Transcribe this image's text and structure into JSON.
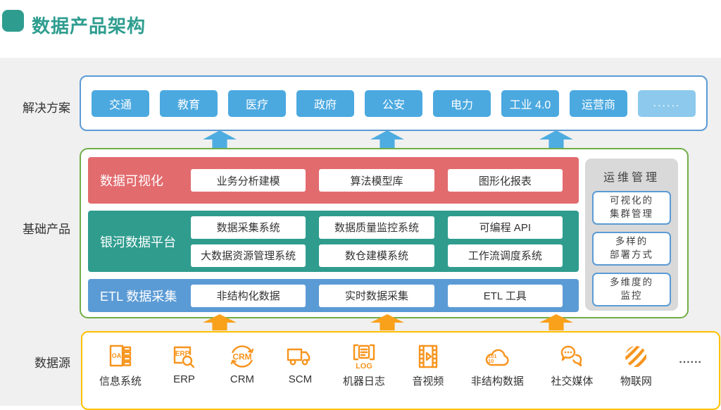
{
  "title": "数据产品架构",
  "side_labels": {
    "solutions": "解决方案",
    "products": "基础产品",
    "sources": "数据源"
  },
  "solutions": {
    "items": [
      "交通",
      "教育",
      "医疗",
      "政府",
      "公安",
      "电力",
      "工业 4.0",
      "运营商",
      "......"
    ]
  },
  "products": {
    "rows": [
      {
        "label": "数据可视化",
        "items": [
          "业务分析建模",
          "算法模型库",
          "图形化报表"
        ]
      },
      {
        "label": "银河数据平台",
        "items": [
          "数据采集系统",
          "数据质量监控系统",
          "可编程 API",
          "大数据资源管理系统",
          "数仓建模系统",
          "工作流调度系统"
        ]
      },
      {
        "label": "ETL 数据采集",
        "items": [
          "非结构化数据",
          "实时数据采集",
          "ETL 工具"
        ]
      }
    ],
    "ops": {
      "title": "运维管理",
      "items": [
        {
          "line1": "可视化的",
          "line2": "集群管理"
        },
        {
          "line1": "多样的",
          "line2": "部署方式"
        },
        {
          "line1": "多维度的",
          "line2": "监控"
        }
      ]
    }
  },
  "sources": {
    "items": [
      {
        "icon": "oa-system-icon",
        "label": "信息系统"
      },
      {
        "icon": "erp-icon",
        "label": "ERP"
      },
      {
        "icon": "crm-icon",
        "label": "CRM"
      },
      {
        "icon": "scm-truck-icon",
        "label": "SCM"
      },
      {
        "icon": "machine-log-icon",
        "label": "机器日志"
      },
      {
        "icon": "audio-video-icon",
        "label": "音视频"
      },
      {
        "icon": "unstructured-data-icon",
        "label": "非结构数据"
      },
      {
        "icon": "social-media-icon",
        "label": "社交媒体"
      },
      {
        "icon": "iot-globe-icon",
        "label": "物联网"
      }
    ],
    "more": "......"
  },
  "colors": {
    "accent_teal": "#2E9D8F",
    "solution_button_blue": "#4BA9E0",
    "box_border_blue": "#5B9BD5",
    "viz_row_red": "#E26B6E",
    "platform_row_teal": "#2F9C8E",
    "etl_row_blue": "#5B9BD5",
    "green_border": "#70AD47",
    "yellow_border": "#FFC000",
    "source_icon_orange": "#F7941D",
    "arrow_blue": "#4FACE0",
    "arrow_orange": "#F9A11B",
    "ops_panel_gray": "#D9D9D9"
  }
}
